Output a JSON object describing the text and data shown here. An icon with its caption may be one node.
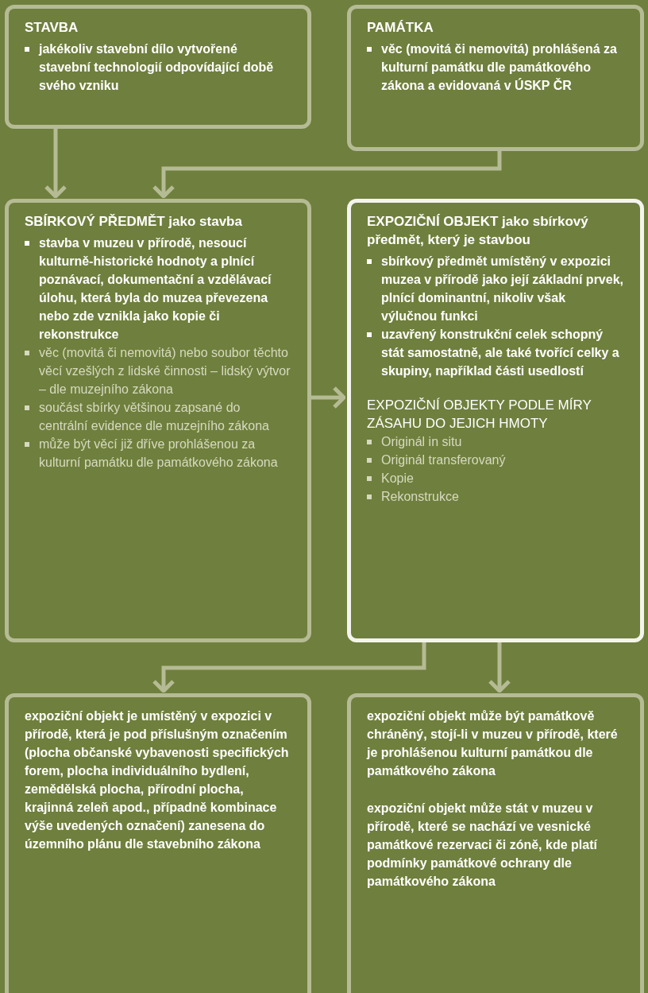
{
  "diagram": {
    "nodes": [
      {
        "text": [
          "STAVBA",
          "jakékoliv stavební dílo vytvořené stavební technologií odpovídající době svého vzniku"
        ]
      },
      {
        "text": [
          "PAMÁTKA",
          "věc (movitá či nemovitá) prohlášená za kulturní památku dle památkového zákona a evidovaná v ÚSKP ČR"
        ]
      },
      {
        "text": [
          "SBÍRKOVÝ PŘEDMĚT jako stavba",
          "stavba v muzeu v přírodě, nesoucí kulturně-historické hodnoty a plnící poznávací, dokumentační a vzdělávací úlohu, která byla do muzea převezena nebo zde vznikla jako kopie či rekonstrukce",
          "věc (movitá či nemovitá) nebo soubor těchto věcí vzešlých z lidské činnosti – lidský výtvor – dle muzejního zákona",
          "součást sbírky většinou zapsané do centrální evidence dle muzejního zákona",
          "může být věcí již dříve prohlášenou za kulturní památku dle památkového zákona"
        ]
      },
      {
        "text": [
          "EXPOZIČNÍ OBJEKT jako sbírkový předmět, který je stavbou",
          "sbírkový předmět umístěný v expozici muzea v přírodě jako její základní prvek, plnící dominantní, nikoliv však výlučnou funkci",
          "uzavřený konstrukční celek schopný stát samostatně, ale také tvořící celky a skupiny, například části usedlostí",
          "EXPOZIČNÍ OBJEKTY PODLE MÍRY ZÁSAHU DO JEJICH HMOTY",
          "Originál in situ",
          "Originál transferovaný",
          "Kopie",
          "Rekonstrukce"
        ]
      },
      {
        "text": [
          "expoziční objekt je umístěný v expozici v přírodě, která je pod příslušným označením (plocha občanské vybavenosti specifických forem, plocha individuálního bydlení, zemědělská plocha, přírodní plocha, krajinná zeleň apod., případně kombinace výše uvedených označení) zanesena do územního plánu dle stavebního zákona"
        ]
      },
      {
        "text": [
          "expoziční objekt může být památkově chráněný, stojí-li v muzeu v přírodě, které je prohlášenou kulturní památkou dle památkového zákona",
          "expoziční objekt může stát v muzeu v přírodě, které se nachází ve vesnické památkové rezervaci či zóně, kde platí podmínky památkové ochrany dle památkového zákona"
        ]
      }
    ],
    "edges": [
      {
        "from": 0,
        "to": 2,
        "arrow": "to"
      },
      {
        "from": 1,
        "to": 2,
        "arrow": "to"
      },
      {
        "from": 2,
        "to": 3,
        "arrow": "to"
      },
      {
        "from": 3,
        "to": 4,
        "arrow": "to"
      },
      {
        "from": 3,
        "to": 5,
        "arrow": "to"
      }
    ]
  }
}
